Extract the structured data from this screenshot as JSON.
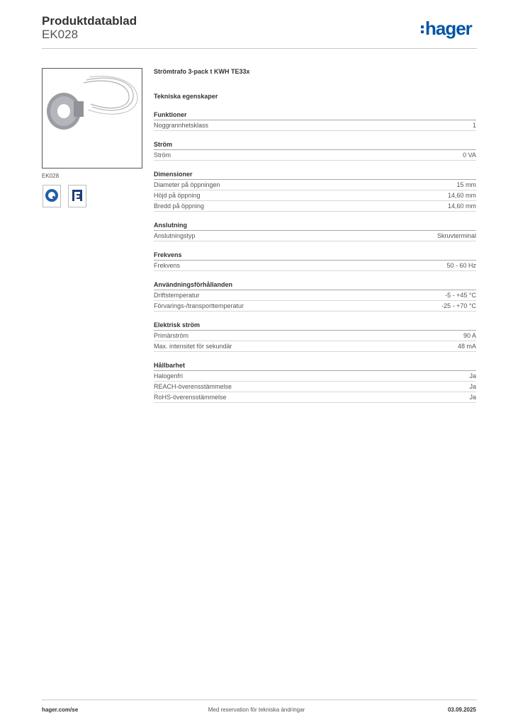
{
  "header": {
    "title": "Produktdatablad",
    "subtitle": "EK028",
    "logo_text": "hager",
    "brand_color": "#0056a3"
  },
  "product": {
    "image_caption": "EK028",
    "name": "Strömtrafo 3-pack t KWH TE33x"
  },
  "specs_title": "Tekniska egenskaper",
  "groups": [
    {
      "title": "Funktioner",
      "rows": [
        {
          "label": "Noggrannhetsklass",
          "value": "1"
        }
      ]
    },
    {
      "title": "Ström",
      "rows": [
        {
          "label": "Ström",
          "value": "0 VA"
        }
      ]
    },
    {
      "title": "Dimensioner",
      "rows": [
        {
          "label": "Diameter på öppningen",
          "value": "15 mm"
        },
        {
          "label": "Höjd på öppning",
          "value": "14,60 mm"
        },
        {
          "label": "Bredd på öppning",
          "value": "14,60 mm"
        }
      ]
    },
    {
      "title": "Anslutning",
      "rows": [
        {
          "label": "Anslutningstyp",
          "value": "Skruvterminal"
        }
      ]
    },
    {
      "title": "Frekvens",
      "rows": [
        {
          "label": "Frekvens",
          "value": "50 - 60 Hz"
        }
      ]
    },
    {
      "title": "Användningsförhållanden",
      "rows": [
        {
          "label": "Driftstemperatur",
          "value": "-5 - +45 °C"
        },
        {
          "label": "Förvarings-/transporttemperatur",
          "value": "-25 - +70 °C"
        }
      ]
    },
    {
      "title": "Elektrisk ström",
      "rows": [
        {
          "label": "Primärström",
          "value": "90 A"
        },
        {
          "label": "Max. intensitet för sekundär",
          "value": "48 mA"
        }
      ]
    },
    {
      "title": "Hållbarhet",
      "rows": [
        {
          "label": "Halogenfri",
          "value": "Ja"
        },
        {
          "label": "REACH-överensstämmelse",
          "value": "Ja"
        },
        {
          "label": "RoHS-överensstämmelse",
          "value": "Ja"
        }
      ]
    }
  ],
  "footer": {
    "left": "hager.com/se",
    "middle": "Med reservation för tekniska ändringar",
    "right": "03.09.2025"
  }
}
